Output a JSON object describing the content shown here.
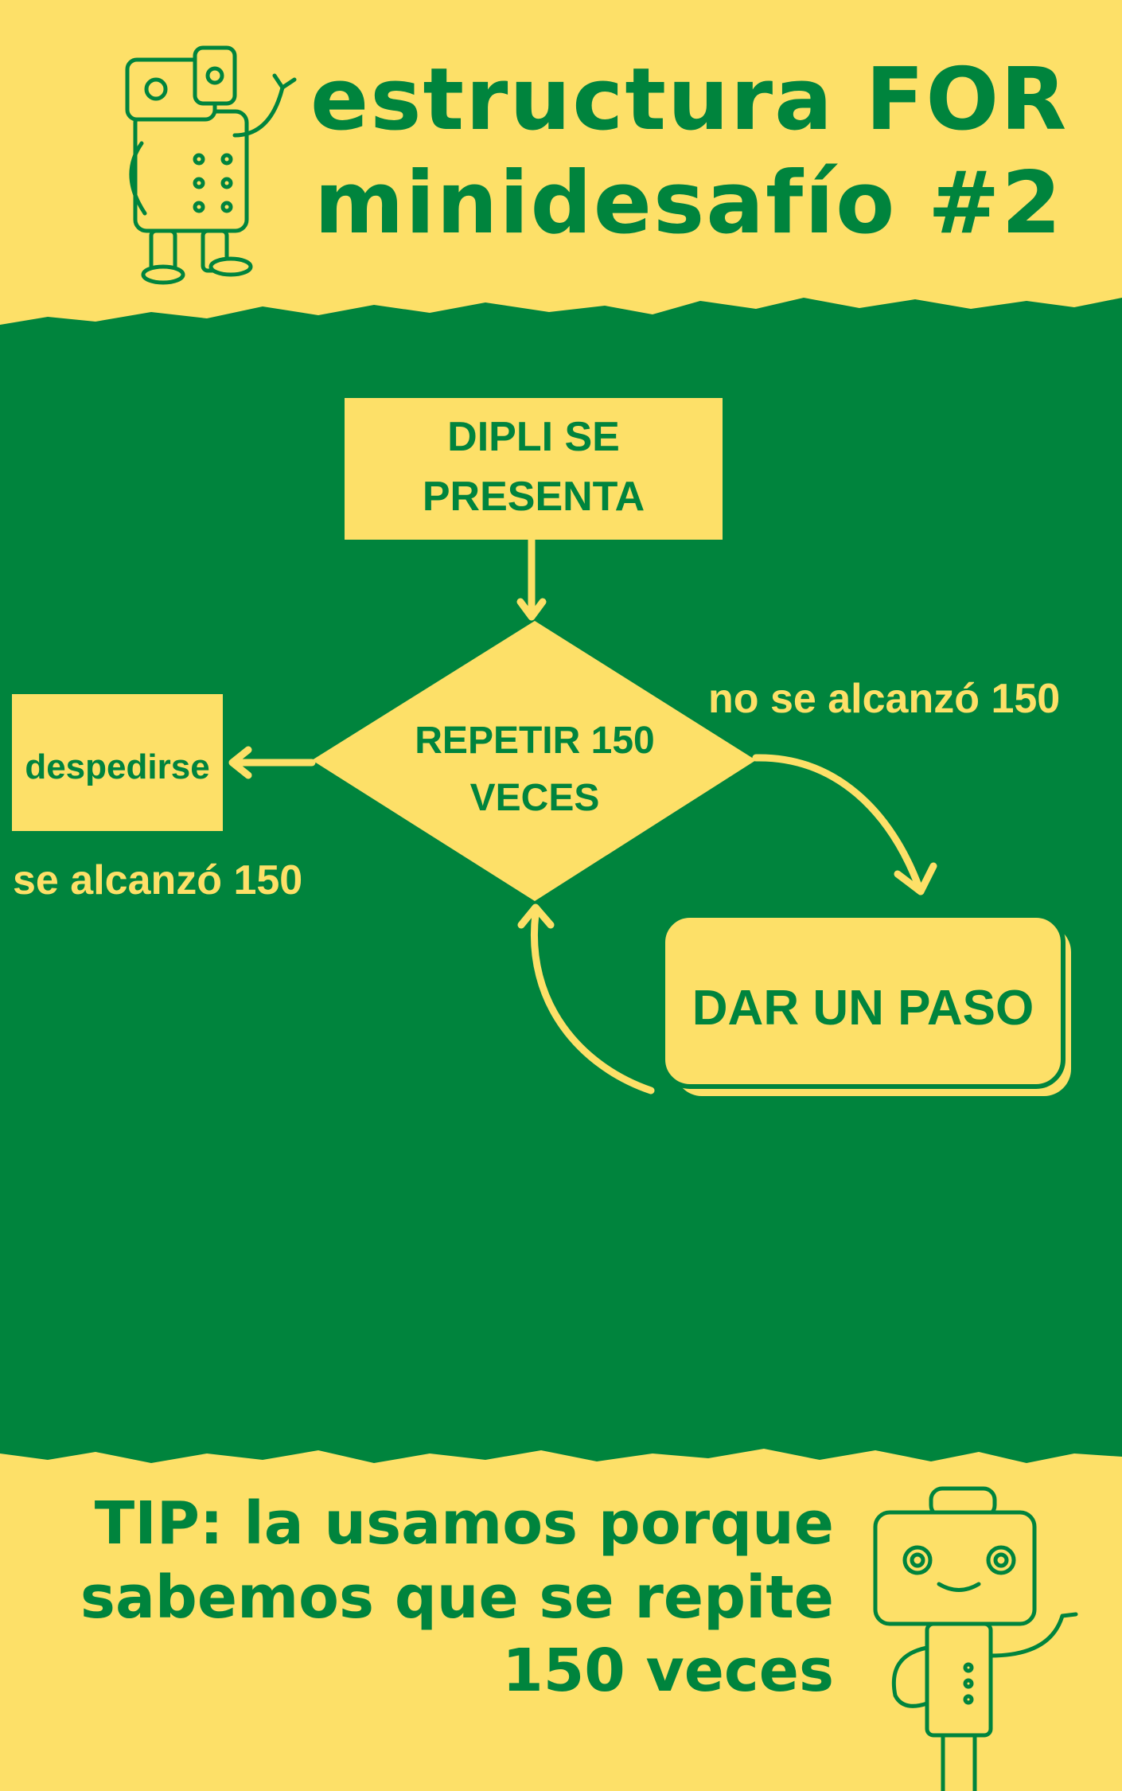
{
  "header": {
    "title_line1": "estructura FOR",
    "title_line2": "minidesafío #2"
  },
  "flowchart": {
    "start_box_line1": "DIPLI SE",
    "start_box_line2": "PRESENTA",
    "decision_line1": "REPETIR 150",
    "decision_line2": "VECES",
    "exit_box": "despedirse",
    "step_box": "DAR UN PASO",
    "label_loop": "no se alcanzó 150",
    "label_exit": "se alcanzó 150"
  },
  "tip": {
    "line1": "TIP: la usamos porque",
    "line2": "sabemos que se repite",
    "line3": "150 veces"
  },
  "colors": {
    "background": "#fde068",
    "panel": "#00843d",
    "accent": "#fde068",
    "text": "#00843d"
  }
}
